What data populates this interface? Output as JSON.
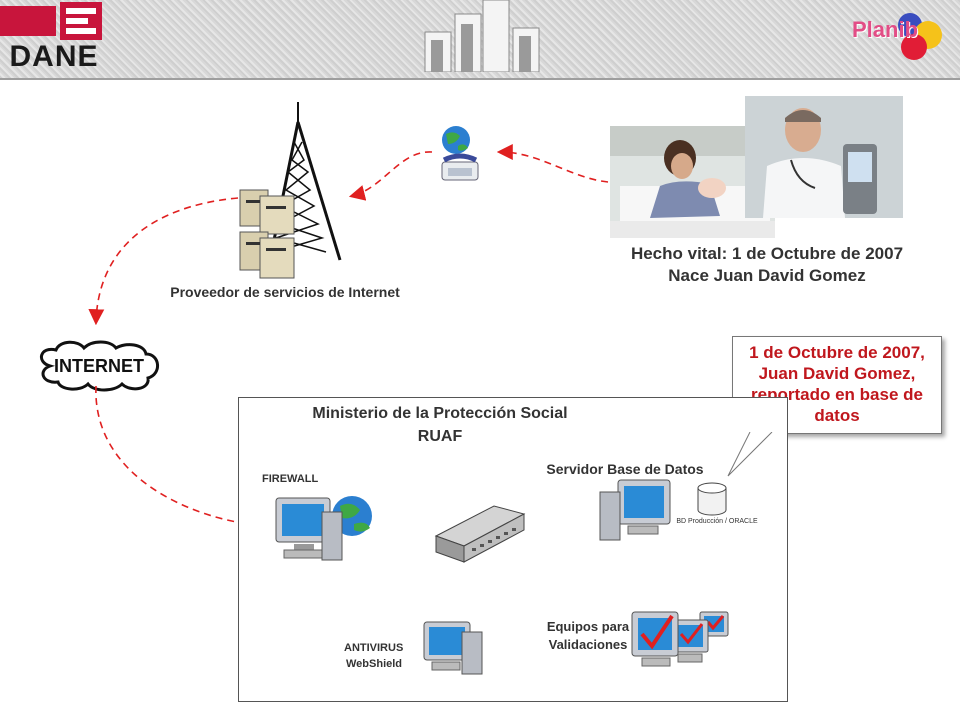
{
  "header": {
    "logo_text": "DANE",
    "plan_logo_text": "Planib"
  },
  "event": {
    "line1": "Hecho vital: 1 de Octubre de 2007",
    "line2": "Nace Juan David Gomez"
  },
  "isp": {
    "label": "Proveedor de servicios de Internet"
  },
  "internet": {
    "label": "INTERNET"
  },
  "ministry": {
    "title": "Ministerio de la Protección Social",
    "subtitle": "RUAF",
    "firewall_label": "FIREWALL",
    "server_label": "Servidor Base de Datos",
    "db_label": "BD Producción / ORACLE",
    "antivirus_line1": "ANTIVIRUS",
    "antivirus_line2": "WebShield",
    "validation_line1": "Equipos para",
    "validation_line2": "Validaciones"
  },
  "callout": {
    "line1": "1 de Octubre de 2007,",
    "line2": "Juan David Gomez,",
    "line3": "reportado en base de",
    "line4": "datos"
  },
  "colors": {
    "arrow": "#e02020",
    "callout_text": "#c0171d",
    "dane_red": "#c8153c"
  }
}
